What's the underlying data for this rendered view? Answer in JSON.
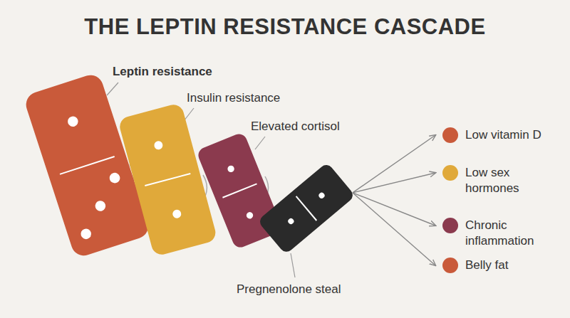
{
  "diagram": {
    "title": "THE LEPTIN RESISTANCE CASCADE",
    "nodes": [
      {
        "text": [
          "Leptin resistance"
        ]
      },
      {
        "text": [
          "Insulin resistance"
        ]
      },
      {
        "text": [
          "Elevated cortisol"
        ]
      },
      {
        "text": [
          "Pregnenolone steal"
        ]
      },
      {
        "text": [
          "Low vitamin D"
        ]
      },
      {
        "text": [
          "Low sex hormones"
        ]
      },
      {
        "text": [
          "Chronic inflammation"
        ]
      },
      {
        "text": [
          "Belly fat"
        ]
      }
    ],
    "edges": [
      {
        "from": 3,
        "to": 4,
        "arrow": "to"
      },
      {
        "from": 3,
        "to": 5,
        "arrow": "to"
      },
      {
        "from": 3,
        "to": 6,
        "arrow": "to"
      },
      {
        "from": 3,
        "to": 7,
        "arrow": "to"
      }
    ]
  }
}
